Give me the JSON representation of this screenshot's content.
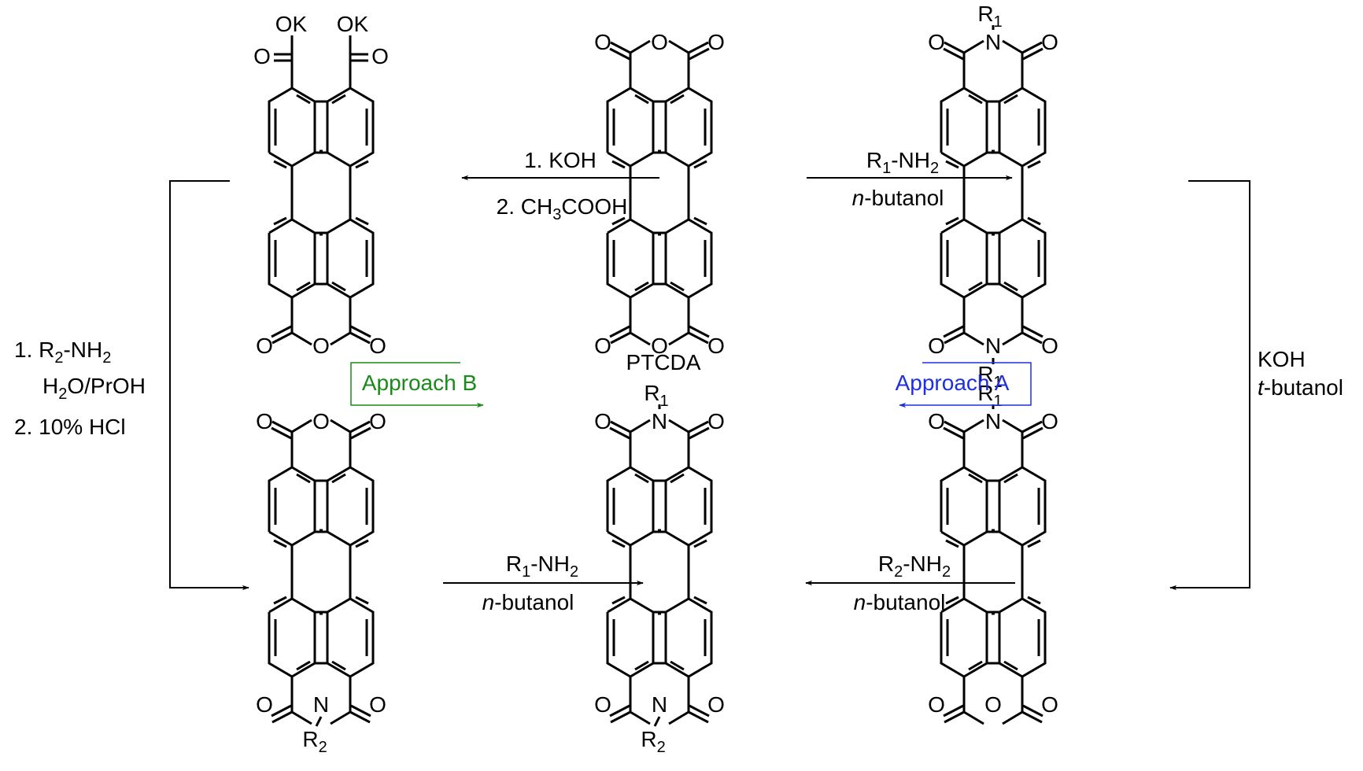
{
  "compounds": {
    "top_left": {
      "top": {
        "left_O": "O",
        "right_O": "O",
        "left_OK": "OK",
        "right_OK": "OK"
      },
      "bottom": {
        "left_O": "O",
        "right_O": "O",
        "center": "O"
      }
    },
    "top_center": {
      "name": "PTCDA",
      "top": {
        "left_O": "O",
        "right_O": "O",
        "center": "O"
      },
      "bottom": {
        "left_O": "O",
        "right_O": "O",
        "center": "O"
      }
    },
    "top_right": {
      "top": {
        "left_O": "O",
        "right_O": "O",
        "center": "N",
        "sub": "R",
        "sub_index": "1"
      },
      "bottom": {
        "left_O": "O",
        "right_O": "O",
        "center": "N",
        "sub": "R",
        "sub_index": "1"
      }
    },
    "bottom_left": {
      "top": {
        "left_O": "O",
        "right_O": "O",
        "center": "O"
      },
      "bottom": {
        "left_O": "O",
        "right_O": "O",
        "center": "N",
        "sub": "R",
        "sub_index": "2"
      }
    },
    "bottom_center": {
      "top": {
        "left_O": "O",
        "right_O": "O",
        "center": "N",
        "sub": "R",
        "sub_index": "1"
      },
      "bottom": {
        "left_O": "O",
        "right_O": "O",
        "center": "N",
        "sub": "R",
        "sub_index": "2"
      }
    },
    "bottom_right": {
      "top": {
        "left_O": "O",
        "right_O": "O",
        "center": "N",
        "sub": "R",
        "sub_index": "1"
      },
      "bottom": {
        "left_O": "O",
        "right_O": "O",
        "center": "O"
      }
    }
  },
  "reactions": {
    "koh_hydrolysis": {
      "line1": "1. KOH",
      "line2_prefix": "2. CH",
      "line2_sub": "3",
      "line2_suffix": "COOH"
    },
    "imidization_top": {
      "reagent_prefix": "R",
      "reagent_sub1": "1",
      "reagent_mid": "-NH",
      "reagent_sub2": "2",
      "solvent_italic": "n",
      "solvent_rest": "-butanol"
    },
    "left_side": {
      "line1_prefix": "1. R",
      "line1_sub1": "2",
      "line1_mid": "-NH",
      "line1_sub2": "2",
      "line2_prefix": "H",
      "line2_sub": "2",
      "line2_suffix": "O/PrOH",
      "line3": "2. 10% HCl"
    },
    "right_side": {
      "line1": "KOH",
      "line2_italic": "t",
      "line2_rest": "-butanol"
    },
    "bottom_left_arrow": {
      "reagent_prefix": "R",
      "reagent_sub1": "1",
      "reagent_mid": "-NH",
      "reagent_sub2": "2",
      "solvent_italic": "n",
      "solvent_rest": "-butanol"
    },
    "bottom_right_arrow": {
      "reagent_prefix": "R",
      "reagent_sub1": "2",
      "reagent_mid": "-NH",
      "reagent_sub2": "2",
      "solvent_italic": "n",
      "solvent_rest": "-butanol"
    }
  },
  "approaches": {
    "approach_b": {
      "label": "Approach B",
      "color": "#1a8a1a"
    },
    "approach_a": {
      "label": "Approach A",
      "color": "#1f2fe0"
    }
  },
  "colors": {
    "ink": "#000000",
    "background": "#ffffff"
  }
}
